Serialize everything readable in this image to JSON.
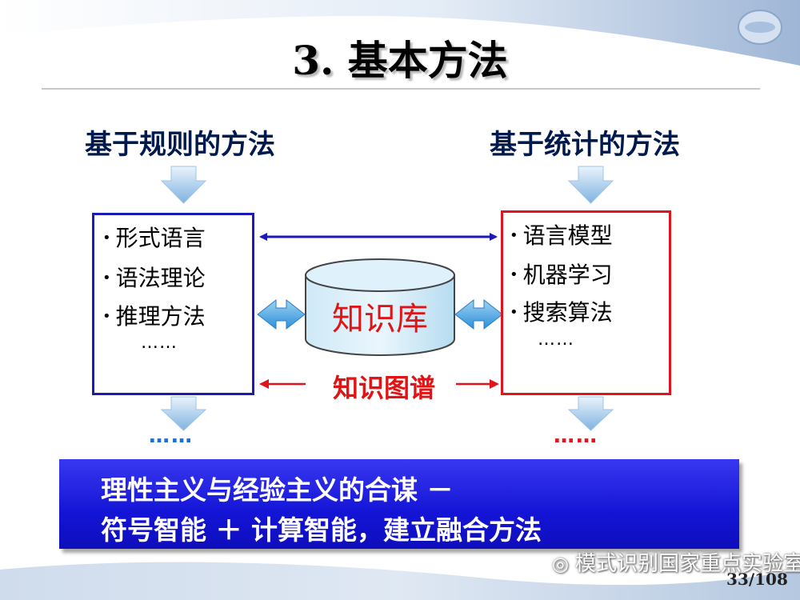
{
  "slide": {
    "title": "3. 基本方法",
    "page_number": "33/108",
    "watermark": "模式识别国家重点实验室"
  },
  "left": {
    "heading": "基于规则的方法",
    "items": [
      "形式语言",
      "语法理论",
      "推理方法"
    ],
    "ellipsis": "……",
    "bottom_dots": "……",
    "color": "#1a1ab4"
  },
  "right": {
    "heading": "基于统计的方法",
    "items": [
      "语言模型",
      "机器学习",
      "搜索算法"
    ],
    "ellipsis": "……",
    "bottom_dots": "……",
    "color": "#e0141e"
  },
  "center": {
    "knowledge_base": "知识库",
    "knowledge_graph": "知识图谱"
  },
  "banner": {
    "line1": "理性主义与经验主义的合谋 －",
    "line2": "符号智能 ＋ 计算智能，建立融合方法",
    "color": "#1414d6"
  }
}
